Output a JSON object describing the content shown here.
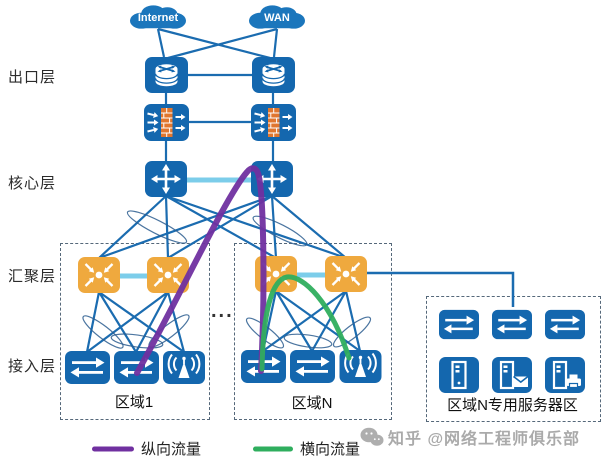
{
  "diagram": {
    "clouds": {
      "internet": "Internet",
      "wan": "WAN"
    },
    "layer_labels": {
      "exit": "出口层",
      "core": "核心层",
      "aggregation": "汇聚层",
      "access": "接入层"
    },
    "zones": {
      "zone1": "区域1",
      "zoneN": "区域N",
      "between": "..."
    },
    "server_area_label": "区域N专用服务器区",
    "legend": {
      "north_south": "纵向流量",
      "east_west": "横向流量"
    },
    "watermark": "知乎 @网络工程师俱乐部",
    "colors": {
      "device_blue": "#1467ae",
      "link_blue": "#1b6cb0",
      "stack_light_blue": "#7ccdea",
      "aggregation_orange": "#efa93e",
      "firewall_brick": "#e0762e",
      "north_south_purple": "#7030a0",
      "east_west_green": "#2fae5e"
    }
  }
}
